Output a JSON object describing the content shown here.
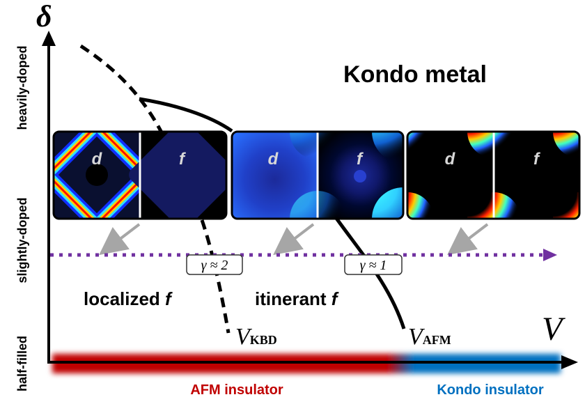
{
  "axes": {
    "y_symbol": "δ",
    "x_symbol": "V",
    "y_ticks": [
      "heavily-doped",
      "slightly-doped",
      "half-filled"
    ]
  },
  "region_labels": {
    "top": "Kondo metal",
    "localized": "localized ",
    "localized_f": "f",
    "itinerant": "itinerant ",
    "itinerant_f": "f"
  },
  "critical_points": {
    "kbd_main": "V",
    "kbd_sub": "KBD",
    "afm_main": "V",
    "afm_sub": "AFM"
  },
  "gamma_labels": {
    "left": "γ ≈ 2",
    "right": "γ ≈ 1"
  },
  "panels": [
    {
      "left": "d",
      "right": "f"
    },
    {
      "left": "d",
      "right": "f"
    },
    {
      "left": "d",
      "right": "f"
    }
  ],
  "bottom_bar": {
    "afm_label": "AFM insulator",
    "kondo_label": "Kondo insulator",
    "afm_color": "#c00000",
    "kondo_color": "#0070c0"
  },
  "colors": {
    "dotted_arrow": "#7030a0",
    "gray_arrow": "#a6a6a6",
    "panel_bg": "#000000"
  }
}
